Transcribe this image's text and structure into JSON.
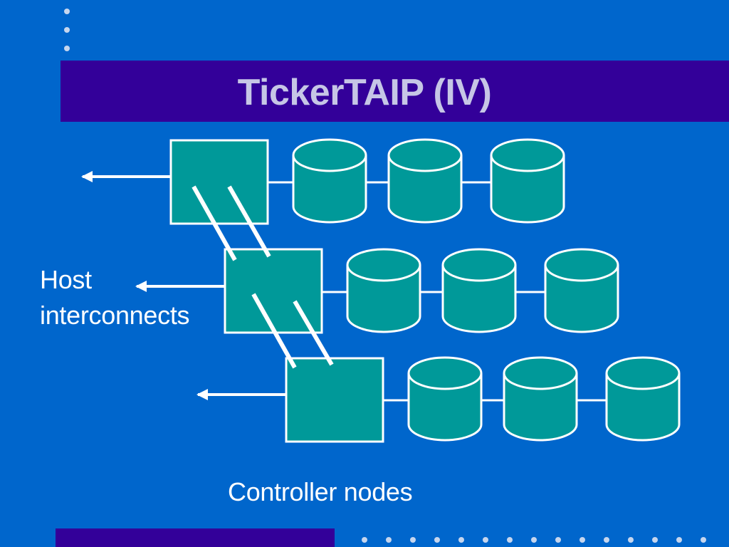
{
  "slide": {
    "title": "TickerTAIP (IV)",
    "background_color": "#0066cc",
    "title_bar_color": "#330099",
    "title_text_color": "#c6c6e6"
  },
  "diagram": {
    "node_fill_color": "#009999",
    "stroke_color": "#ffffff",
    "controller_rows": 3,
    "disks_per_controller": 3
  },
  "labels": {
    "host_line1": "Host",
    "host_line2": "interconnects",
    "controller_nodes": "Controller nodes"
  }
}
